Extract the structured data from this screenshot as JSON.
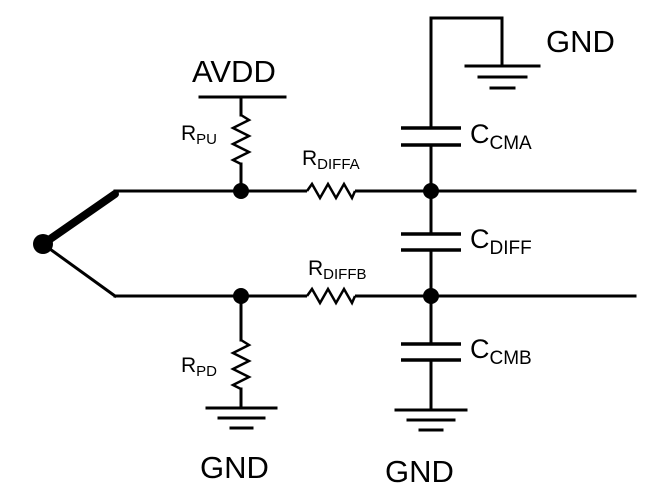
{
  "supply": {
    "avdd": "AVDD"
  },
  "grounds": {
    "top_right": "GND",
    "bottom_left": "GND",
    "bottom_center": "GND"
  },
  "components": {
    "r_pu": {
      "main": "R",
      "sub": "PU"
    },
    "r_pd": {
      "main": "R",
      "sub": "PD"
    },
    "r_diffa": {
      "main": "R",
      "sub": "DIFFA"
    },
    "r_diffb": {
      "main": "R",
      "sub": "DIFFB"
    },
    "c_cma": {
      "main": "C",
      "sub": "CMA"
    },
    "c_diff": {
      "main": "C",
      "sub": "DIFF"
    },
    "c_cmb": {
      "main": "C",
      "sub": "CMB"
    }
  }
}
